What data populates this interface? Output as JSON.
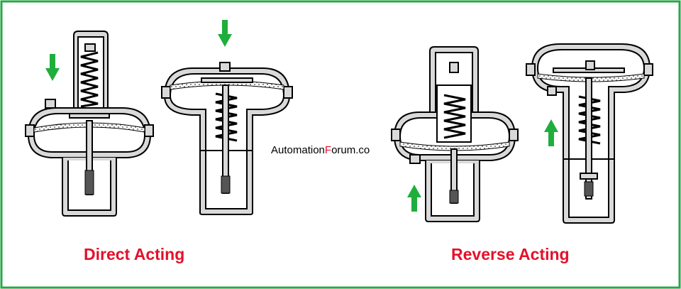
{
  "diagram": {
    "captions": {
      "direct": "Direct Acting",
      "reverse": "Reverse Acting"
    },
    "watermark": {
      "part1": "Automation",
      "part2": "F",
      "part3": "orum.co"
    },
    "colors": {
      "border": "#27a844",
      "arrow": "#1fae3c",
      "caption": "#e4102a",
      "body_fill": "#d9d9d9",
      "outline": "#000000"
    }
  }
}
